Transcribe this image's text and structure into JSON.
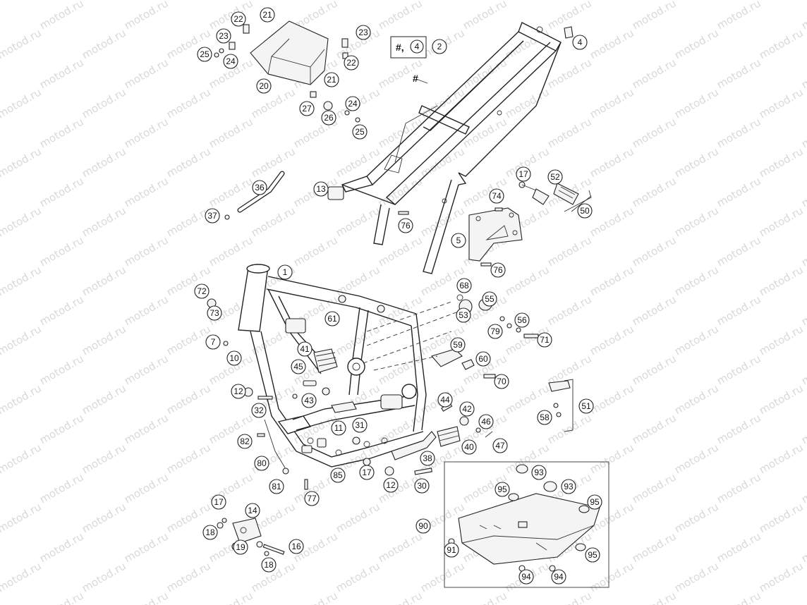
{
  "watermark": "motod.ru",
  "frame_marker": "#",
  "kit_box": {
    "prefix": "#,",
    "number": "4"
  },
  "callouts": [
    {
      "id": "c1",
      "label": "1"
    },
    {
      "id": "c2",
      "label": "2"
    },
    {
      "id": "c4",
      "label": "4"
    },
    {
      "id": "c5",
      "label": "5"
    },
    {
      "id": "c7",
      "label": "7"
    },
    {
      "id": "c10",
      "label": "10"
    },
    {
      "id": "c11",
      "label": "11"
    },
    {
      "id": "c12a",
      "label": "12"
    },
    {
      "id": "c12b",
      "label": "12"
    },
    {
      "id": "c13",
      "label": "13"
    },
    {
      "id": "c14",
      "label": "14"
    },
    {
      "id": "c16",
      "label": "16"
    },
    {
      "id": "c17a",
      "label": "17"
    },
    {
      "id": "c17b",
      "label": "17"
    },
    {
      "id": "c17c",
      "label": "17"
    },
    {
      "id": "c18a",
      "label": "18"
    },
    {
      "id": "c18b",
      "label": "18"
    },
    {
      "id": "c19",
      "label": "19"
    },
    {
      "id": "c20",
      "label": "20"
    },
    {
      "id": "c21a",
      "label": "21"
    },
    {
      "id": "c21b",
      "label": "21"
    },
    {
      "id": "c22a",
      "label": "22"
    },
    {
      "id": "c22b",
      "label": "22"
    },
    {
      "id": "c23a",
      "label": "23"
    },
    {
      "id": "c23b",
      "label": "23"
    },
    {
      "id": "c24a",
      "label": "24"
    },
    {
      "id": "c24b",
      "label": "24"
    },
    {
      "id": "c25a",
      "label": "25"
    },
    {
      "id": "c25b",
      "label": "25"
    },
    {
      "id": "c26",
      "label": "26"
    },
    {
      "id": "c27",
      "label": "27"
    },
    {
      "id": "c30",
      "label": "30"
    },
    {
      "id": "c31",
      "label": "31"
    },
    {
      "id": "c32",
      "label": "32"
    },
    {
      "id": "c36",
      "label": "36"
    },
    {
      "id": "c37",
      "label": "37"
    },
    {
      "id": "c38",
      "label": "38"
    },
    {
      "id": "c40",
      "label": "40"
    },
    {
      "id": "c41",
      "label": "41"
    },
    {
      "id": "c42",
      "label": "42"
    },
    {
      "id": "c43",
      "label": "43"
    },
    {
      "id": "c44",
      "label": "44"
    },
    {
      "id": "c45",
      "label": "45"
    },
    {
      "id": "c46",
      "label": "46"
    },
    {
      "id": "c47",
      "label": "47"
    },
    {
      "id": "c50",
      "label": "50"
    },
    {
      "id": "c51",
      "label": "51"
    },
    {
      "id": "c52",
      "label": "52"
    },
    {
      "id": "c53",
      "label": "53"
    },
    {
      "id": "c55",
      "label": "55"
    },
    {
      "id": "c56",
      "label": "56"
    },
    {
      "id": "c58",
      "label": "58"
    },
    {
      "id": "c59",
      "label": "59"
    },
    {
      "id": "c60",
      "label": "60"
    },
    {
      "id": "c61",
      "label": "61"
    },
    {
      "id": "c68",
      "label": "68"
    },
    {
      "id": "c70",
      "label": "70"
    },
    {
      "id": "c71",
      "label": "71"
    },
    {
      "id": "c72",
      "label": "72"
    },
    {
      "id": "c73",
      "label": "73"
    },
    {
      "id": "c74",
      "label": "74"
    },
    {
      "id": "c76a",
      "label": "76"
    },
    {
      "id": "c76b",
      "label": "76"
    },
    {
      "id": "c77",
      "label": "77"
    },
    {
      "id": "c79",
      "label": "79"
    },
    {
      "id": "c80",
      "label": "80"
    },
    {
      "id": "c81",
      "label": "81"
    },
    {
      "id": "c82",
      "label": "82"
    },
    {
      "id": "c85",
      "label": "85"
    },
    {
      "id": "c90",
      "label": "90"
    },
    {
      "id": "c91",
      "label": "91"
    },
    {
      "id": "c93a",
      "label": "93"
    },
    {
      "id": "c93b",
      "label": "93"
    },
    {
      "id": "c94a",
      "label": "94"
    },
    {
      "id": "c94b",
      "label": "94"
    },
    {
      "id": "c95a",
      "label": "95"
    },
    {
      "id": "c95b",
      "label": "95"
    },
    {
      "id": "c95c",
      "label": "95"
    }
  ]
}
